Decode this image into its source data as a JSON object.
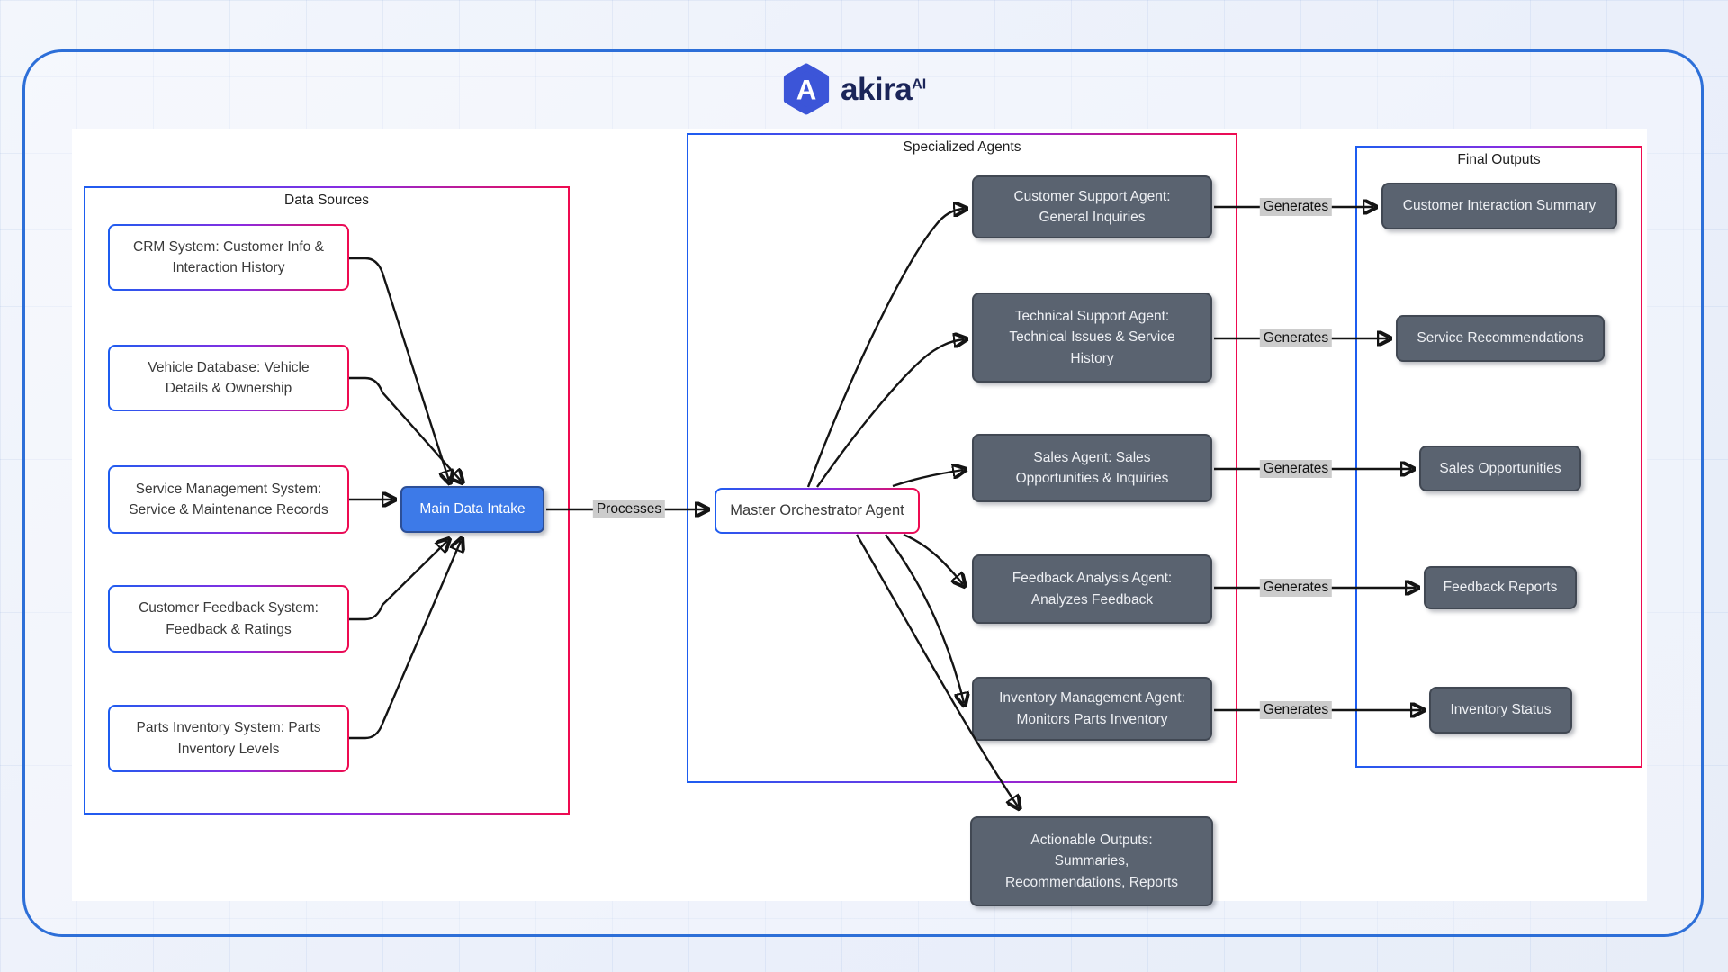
{
  "brand": {
    "name": "akira",
    "superscript": "AI"
  },
  "groups": {
    "data_sources": {
      "title": "Data Sources"
    },
    "specialized_agents": {
      "title": "Specialized Agents"
    },
    "final_outputs": {
      "title": "Final Outputs"
    }
  },
  "nodes": {
    "data_sources": [
      "CRM System: Customer Info &\nInteraction History",
      "Vehicle Database: Vehicle\nDetails & Ownership",
      "Service Management System:\nService & Maintenance Records",
      "Customer Feedback System:\nFeedback & Ratings",
      "Parts Inventory System: Parts\nInventory Levels"
    ],
    "main_data_intake": "Main Data Intake",
    "master_orchestrator": "Master Orchestrator Agent",
    "agents": [
      "Customer Support Agent:\nGeneral Inquiries",
      "Technical Support Agent:\nTechnical Issues & Service\nHistory",
      "Sales Agent: Sales\nOpportunities & Inquiries",
      "Feedback Analysis Agent:\nAnalyzes Feedback",
      "Inventory Management Agent:\nMonitors Parts Inventory"
    ],
    "outputs": [
      "Customer Interaction Summary",
      "Service Recommendations",
      "Sales Opportunities",
      "Feedback Reports",
      "Inventory Status"
    ],
    "actionable_outputs": "Actionable Outputs:\nSummaries,\nRecommendations, Reports"
  },
  "edge_labels": {
    "processes": "Processes",
    "generates": "Generates"
  },
  "colors": {
    "frame_border": "#2d6fd8",
    "border_gradient_start": "#1d5df0",
    "border_gradient_mid": "#8a2be2",
    "border_gradient_end": "#ef0a4f",
    "dark_node_bg": "#5a6370",
    "dark_node_border": "#414853",
    "intake_bg": "#3d7ae8",
    "edge_label_bg": "#cccccc",
    "logo_hexagon": "#3c55d8",
    "logo_text": "#1b2559"
  }
}
